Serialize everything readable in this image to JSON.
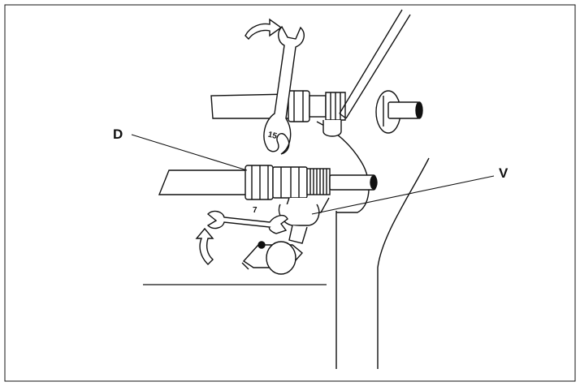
{
  "diagram": {
    "stroke_color": "#111111",
    "background": "#ffffff",
    "callouts": {
      "d": "D",
      "v": "V"
    },
    "wrench_sizes": {
      "upper": "15",
      "lower": "7"
    },
    "icons": {
      "upper_arrow": "curved-arrow-right-icon",
      "lower_arrow": "curved-arrow-up-icon"
    }
  }
}
